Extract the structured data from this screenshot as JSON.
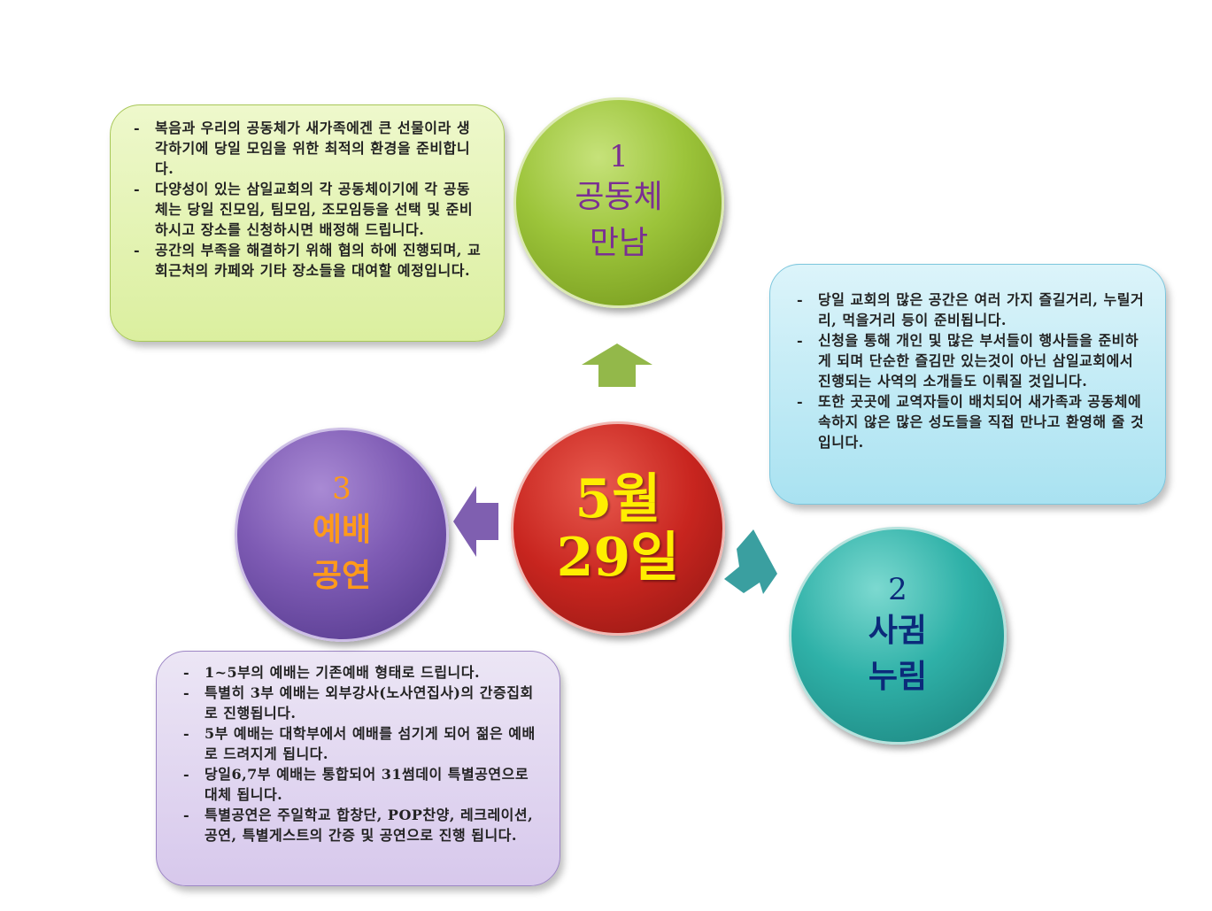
{
  "center": {
    "line1": "5월",
    "line2": "29일"
  },
  "nodes": [
    {
      "number": "1",
      "line1": "공동체",
      "line2": "만남"
    },
    {
      "number": "2",
      "line1": "사귐",
      "line2": "누림"
    },
    {
      "number": "3",
      "line1": "예배",
      "line2": "공연"
    }
  ],
  "boxes": {
    "community": {
      "items": [
        {
          "dash": "-",
          "text": "복음과 우리의 공동체가 새가족에겐 큰 선물이라 생각하기에 당일 모임을 위한 최적의 환경을 준비합니다."
        },
        {
          "dash": "-",
          "text": "다양성이 있는 삼일교회의 각 공동체이기에 각 공동체는 당일 진모임, 팀모임, 조모임등을 선택 및 준비하시고 장소를 신청하시면 배정해 드립니다."
        },
        {
          "dash": "-",
          "text": "공간의 부족을 해결하기 위해 협의 하에 진행되며, 교회근처의 카페와 기타 장소들을 대여할 예정입니다."
        }
      ]
    },
    "fellowship": {
      "items": [
        {
          "dash": "-",
          "text": "당일 교회의 많은 공간은 여러 가지 즐길거리, 누릴거리, 먹을거리 등이 준비됩니다."
        },
        {
          "dash": "-",
          "text": "신청을 통해 개인 및 많은 부서들이 행사들을 준비하게 되며 단순한 즐김만 있는것이 아닌 삼일교회에서 진행되는 사역의 소개들도 이뤄질 것입니다."
        },
        {
          "dash": "-",
          "text": "또한 곳곳에 교역자들이 배치되어 새가족과 공동체에 속하지 않은 많은 성도들을 직접 만나고 환영해 줄 것입니다."
        }
      ]
    },
    "worship": {
      "items": [
        {
          "dash": "-",
          "text": "1~5부의 예배는 기존예배 형태로 드립니다."
        },
        {
          "dash": "-",
          "text": "특별히 3부 예배는 외부강사(노사연집사)의 간증집회로 진행됩니다."
        },
        {
          "dash": "-",
          "text": "5부 예배는 대학부에서 예배를 섬기게 되어 젊은 예배로 드려지게 됩니다."
        },
        {
          "dash": "-",
          "text": "당일6,7부 예배는 통합되어 31썸데이 특별공연으로 대체 됩니다."
        },
        {
          "dash": "-",
          "text": "특별공연은 주일학교 합창단, POP찬양, 레크레이션, 공연, 특별게스트의 간증 및 공연으로 진행 됩니다."
        }
      ]
    }
  },
  "colors": {
    "node1": "#9cc43a",
    "node2": "#2fb1a8",
    "node3": "#7e5bb4",
    "center": "#c8251f",
    "center_text": "#ffee00"
  }
}
